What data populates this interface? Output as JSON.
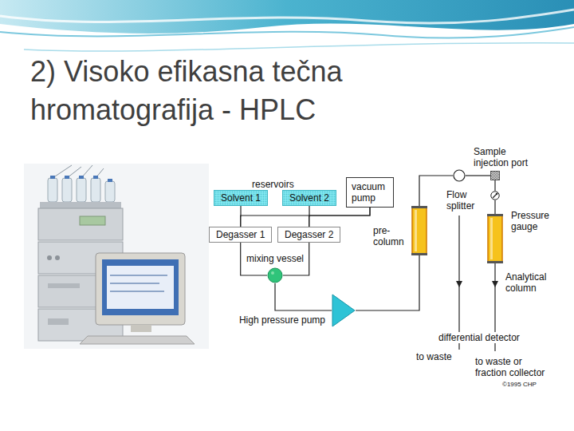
{
  "diagram": {
    "title": "2) Visoko efikasna tečna hromatografija - HPLC",
    "nodes": [
      {
        "text": [
          "Solvent 1"
        ]
      },
      {
        "text": [
          "Solvent 2"
        ]
      },
      {
        "text": [
          "vacuum pump"
        ]
      },
      {
        "text": [
          "Degasser 1"
        ]
      },
      {
        "text": [
          "Degasser 2"
        ]
      },
      {
        "text": [
          "mixing vessel"
        ]
      },
      {
        "text": [
          "High pressure pump"
        ]
      },
      {
        "text": [
          "pre- column"
        ]
      },
      {
        "text": [
          "Flow splitter"
        ]
      },
      {
        "text": [
          "Sample injection port"
        ]
      },
      {
        "text": [
          "Pressure gauge"
        ]
      },
      {
        "text": [
          "Analytical column"
        ]
      }
    ],
    "edges": [
      {
        "from": 0,
        "to": 3,
        "arrow": "none"
      },
      {
        "from": 1,
        "to": 4,
        "arrow": "none"
      },
      {
        "from": 2,
        "to": 3,
        "arrow": "none"
      },
      {
        "from": 2,
        "to": 4,
        "arrow": "none"
      },
      {
        "from": 3,
        "to": 5,
        "arrow": "none"
      },
      {
        "from": 4,
        "to": 5,
        "arrow": "none"
      },
      {
        "from": 5,
        "to": 6,
        "arrow": "none"
      },
      {
        "from": 6,
        "to": 7,
        "arrow": "none"
      },
      {
        "from": 7,
        "to": 8,
        "arrow": "none"
      },
      {
        "from": 8,
        "to": 9,
        "arrow": "none"
      },
      {
        "from": 9,
        "to": 10,
        "arrow": "none"
      },
      {
        "from": 10,
        "to": 11,
        "arrow": "none"
      }
    ],
    "labels": [
      "reservoirs",
      "differential detector",
      "to waste",
      "to waste or fraction collector",
      "©1995 CHP"
    ]
  }
}
